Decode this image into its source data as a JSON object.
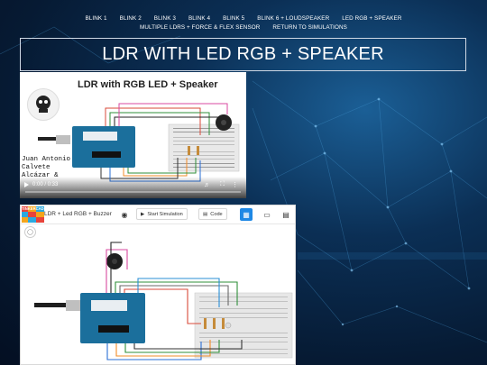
{
  "nav": {
    "row1": [
      "BLINK 1",
      "BLINK 2",
      "BLINK 3",
      "BLINK 4",
      "BLINK 5",
      "BLINK 6 + LOUDSPEAKER",
      "LED RGB + SPEAKER"
    ],
    "row2": [
      "MULTIPLE LDRS + FORCE & FLEX SENSOR",
      "RETURN TO SIMULATIONS"
    ]
  },
  "page_title": "LDR WITH LED RGB + SPEAKER",
  "video": {
    "title": "LDR with RGB LED + Speaker",
    "author_lines": [
      "Juan Antonio",
      "Calvete",
      "Alcázar &"
    ],
    "time": "0:00 / 0:33",
    "progress": 0.0
  },
  "tinkercad": {
    "logo_letters": [
      "TIN",
      "KER",
      "CAD",
      "",
      "",
      "",
      "",
      "",
      ""
    ],
    "design_name": "LDR + Led RGB + Buzzer",
    "start_simulation": "Start Simulation",
    "code_label": "Code"
  },
  "colors": {
    "accent": "#1e88e5",
    "arduino": "#1b6f9c",
    "breadboard": "#e7e7e7"
  }
}
